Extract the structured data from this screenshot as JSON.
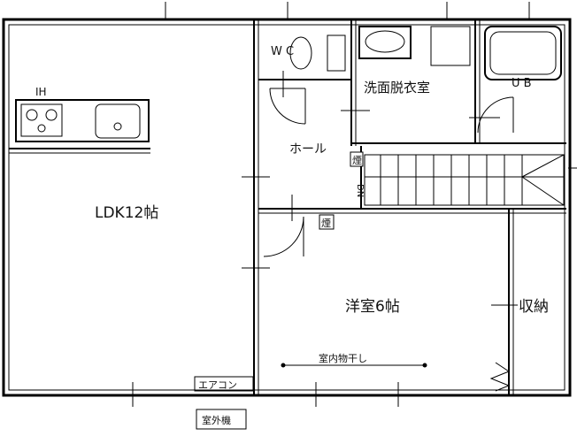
{
  "rooms": {
    "ldk": "LDK12帖",
    "washroom": "洗面脱衣室",
    "hall": "ホール",
    "western": "洋室6帖",
    "storage": "収納",
    "wc": "W C",
    "unit_bath": "U B",
    "ih": "IH"
  },
  "labels": {
    "drying": "室内物干し",
    "aircon": "エアコン",
    "outdoor_unit": "室外機",
    "dn": "DN",
    "chimney_1": "煙",
    "chimney_2": "煙"
  }
}
